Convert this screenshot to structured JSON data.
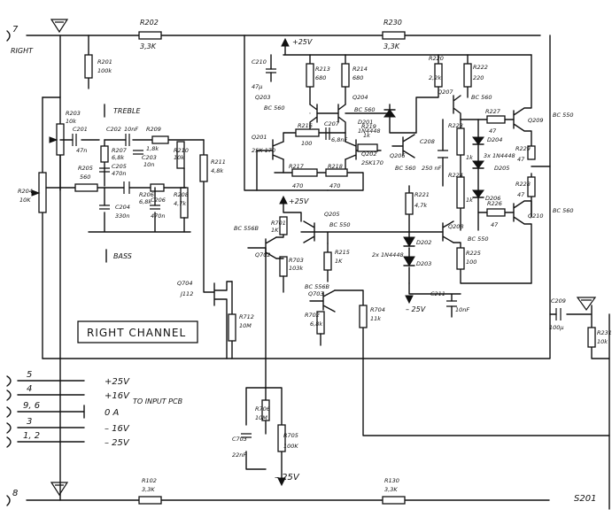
{
  "terminals": {
    "t7": "7",
    "t8": "8",
    "right": "RIGHT",
    "t5": "5",
    "t4": "4",
    "t96": "9, 6",
    "t3": "3",
    "t12": "1, 2"
  },
  "supply_labels": {
    "p25": "+25V",
    "p16": "+16V",
    "zero": "0 A",
    "m16": "– 16V",
    "m25": "– 25V",
    "to_input_pcb": "TO INPUT PCB"
  },
  "section_labels": {
    "treble": "TREBLE",
    "bass": "BASS",
    "right_channel": "RIGHT CHANNEL",
    "board": "S201"
  },
  "components": {
    "R202": {
      "name": "R202",
      "value": "3,3K"
    },
    "R230": {
      "name": "R230",
      "value": "3,3K"
    },
    "R201": {
      "name": "R201",
      "value": "100k"
    },
    "R203": {
      "name": "R203",
      "value": "10k"
    },
    "R204": {
      "name": "R204",
      "value": "10K"
    },
    "R205": {
      "name": "R205",
      "value": "560"
    },
    "R206": {
      "name": "R206",
      "value": "6,8k"
    },
    "R207": {
      "name": "R207",
      "value": "6,8k"
    },
    "R208": {
      "name": "R208",
      "value": "4,7k"
    },
    "R209": {
      "name": "R209",
      "value": "1,8k"
    },
    "R210": {
      "name": "R210",
      "value": "10k"
    },
    "R211": {
      "name": "R211",
      "value": "4,8k"
    },
    "C201": {
      "name": "C201",
      "value": "47n"
    },
    "C202": {
      "name": "C202",
      "value": "10nF"
    },
    "C203": {
      "name": "C203",
      "value": "10n"
    },
    "C204": {
      "name": "C204",
      "value": "330n"
    },
    "C205": {
      "name": "C205",
      "value": "470n"
    },
    "C206": {
      "name": "C206",
      "value": "470n"
    },
    "C210": {
      "name": "C210",
      "value": "47µ"
    },
    "R213": {
      "name": "R213",
      "value": "680"
    },
    "R214": {
      "name": "R214",
      "value": "680"
    },
    "Q203": {
      "name": "Q203",
      "value": "BC 560"
    },
    "Q204": {
      "name": "Q204",
      "value": "BC 560"
    },
    "D201": {
      "name": "D201",
      "value": "1N4448"
    },
    "R220": {
      "name": "R220",
      "value": "2,2k"
    },
    "R222": {
      "name": "R222",
      "value": "220"
    },
    "Q207": {
      "name": "Q207",
      "value": "BC 560"
    },
    "R227": {
      "name": "R227",
      "value": "47"
    },
    "Q209": {
      "name": "Q209",
      "value": "BC 550"
    },
    "Q201": {
      "name": "Q201",
      "value": "2SK 170"
    },
    "R216": {
      "name": "R216",
      "value": "100"
    },
    "C207": {
      "name": "C207",
      "value": "6,8nF"
    },
    "R219": {
      "name": "R219",
      "value": "1k"
    },
    "Q202": {
      "name": "Q202",
      "value": "2SK170"
    },
    "R217": {
      "name": "R217",
      "value": "470"
    },
    "R218": {
      "name": "R218",
      "value": "470"
    },
    "Q206": {
      "name": "Q206",
      "value": "BC 560"
    },
    "C208": {
      "name": "C208",
      "value": "250 nF"
    },
    "R223": {
      "name": "R223",
      "value": "1k"
    },
    "D204": {
      "name": "D204",
      "value": ""
    },
    "D205": {
      "name": "D205",
      "value": "3x 1N4448"
    },
    "R224": {
      "name": "R224",
      "value": "1k"
    },
    "D206": {
      "name": "D206",
      "value": ""
    },
    "R228": {
      "name": "R228",
      "value": "47"
    },
    "R229": {
      "name": "R229",
      "value": "47"
    },
    "R226": {
      "name": "R226",
      "value": "47"
    },
    "Q210": {
      "name": "Q210",
      "value": "BC 560"
    },
    "R221": {
      "name": "R221",
      "value": "4,7k"
    },
    "Q205": {
      "name": "Q205",
      "value": "BC 550"
    },
    "Q208": {
      "name": "Q208",
      "value": "BC 550"
    },
    "R215": {
      "name": "R215",
      "value": "1K"
    },
    "D202": {
      "name": "D202",
      "value": ""
    },
    "D203": {
      "name": "D203",
      "value": "2x 1N4448"
    },
    "R225": {
      "name": "R225",
      "value": "100"
    },
    "C211": {
      "name": "C211",
      "value": "10nF"
    },
    "R701": {
      "name": "R701",
      "value": "1K"
    },
    "Q702": {
      "name": "Q702",
      "value": "BC 556B"
    },
    "R703": {
      "name": "R703",
      "value": "103k"
    },
    "Q704": {
      "name": "Q704",
      "value": "J112"
    },
    "R712": {
      "name": "R712",
      "value": "10M"
    },
    "Q703": {
      "name": "Q703",
      "value": "BC 556B"
    },
    "R702": {
      "name": "R702",
      "value": "6,8k"
    },
    "R704": {
      "name": "R704",
      "value": "11k"
    },
    "C209": {
      "name": "C209",
      "value": "100µ"
    },
    "R231": {
      "name": "R231",
      "value": "10k"
    },
    "R706": {
      "name": "R706",
      "value": "10M"
    },
    "C703": {
      "name": "C703",
      "value": "22nF"
    },
    "R705": {
      "name": "R705",
      "value": "100K"
    },
    "R102": {
      "name": "R102",
      "value": "3,3K"
    },
    "R130": {
      "name": "R130",
      "value": "3,3K"
    }
  },
  "rail_labels": {
    "p25_top": "+25V",
    "p25_mid": "+25V",
    "m25_mid": "– 25V",
    "m25_bot": "– 25V"
  }
}
